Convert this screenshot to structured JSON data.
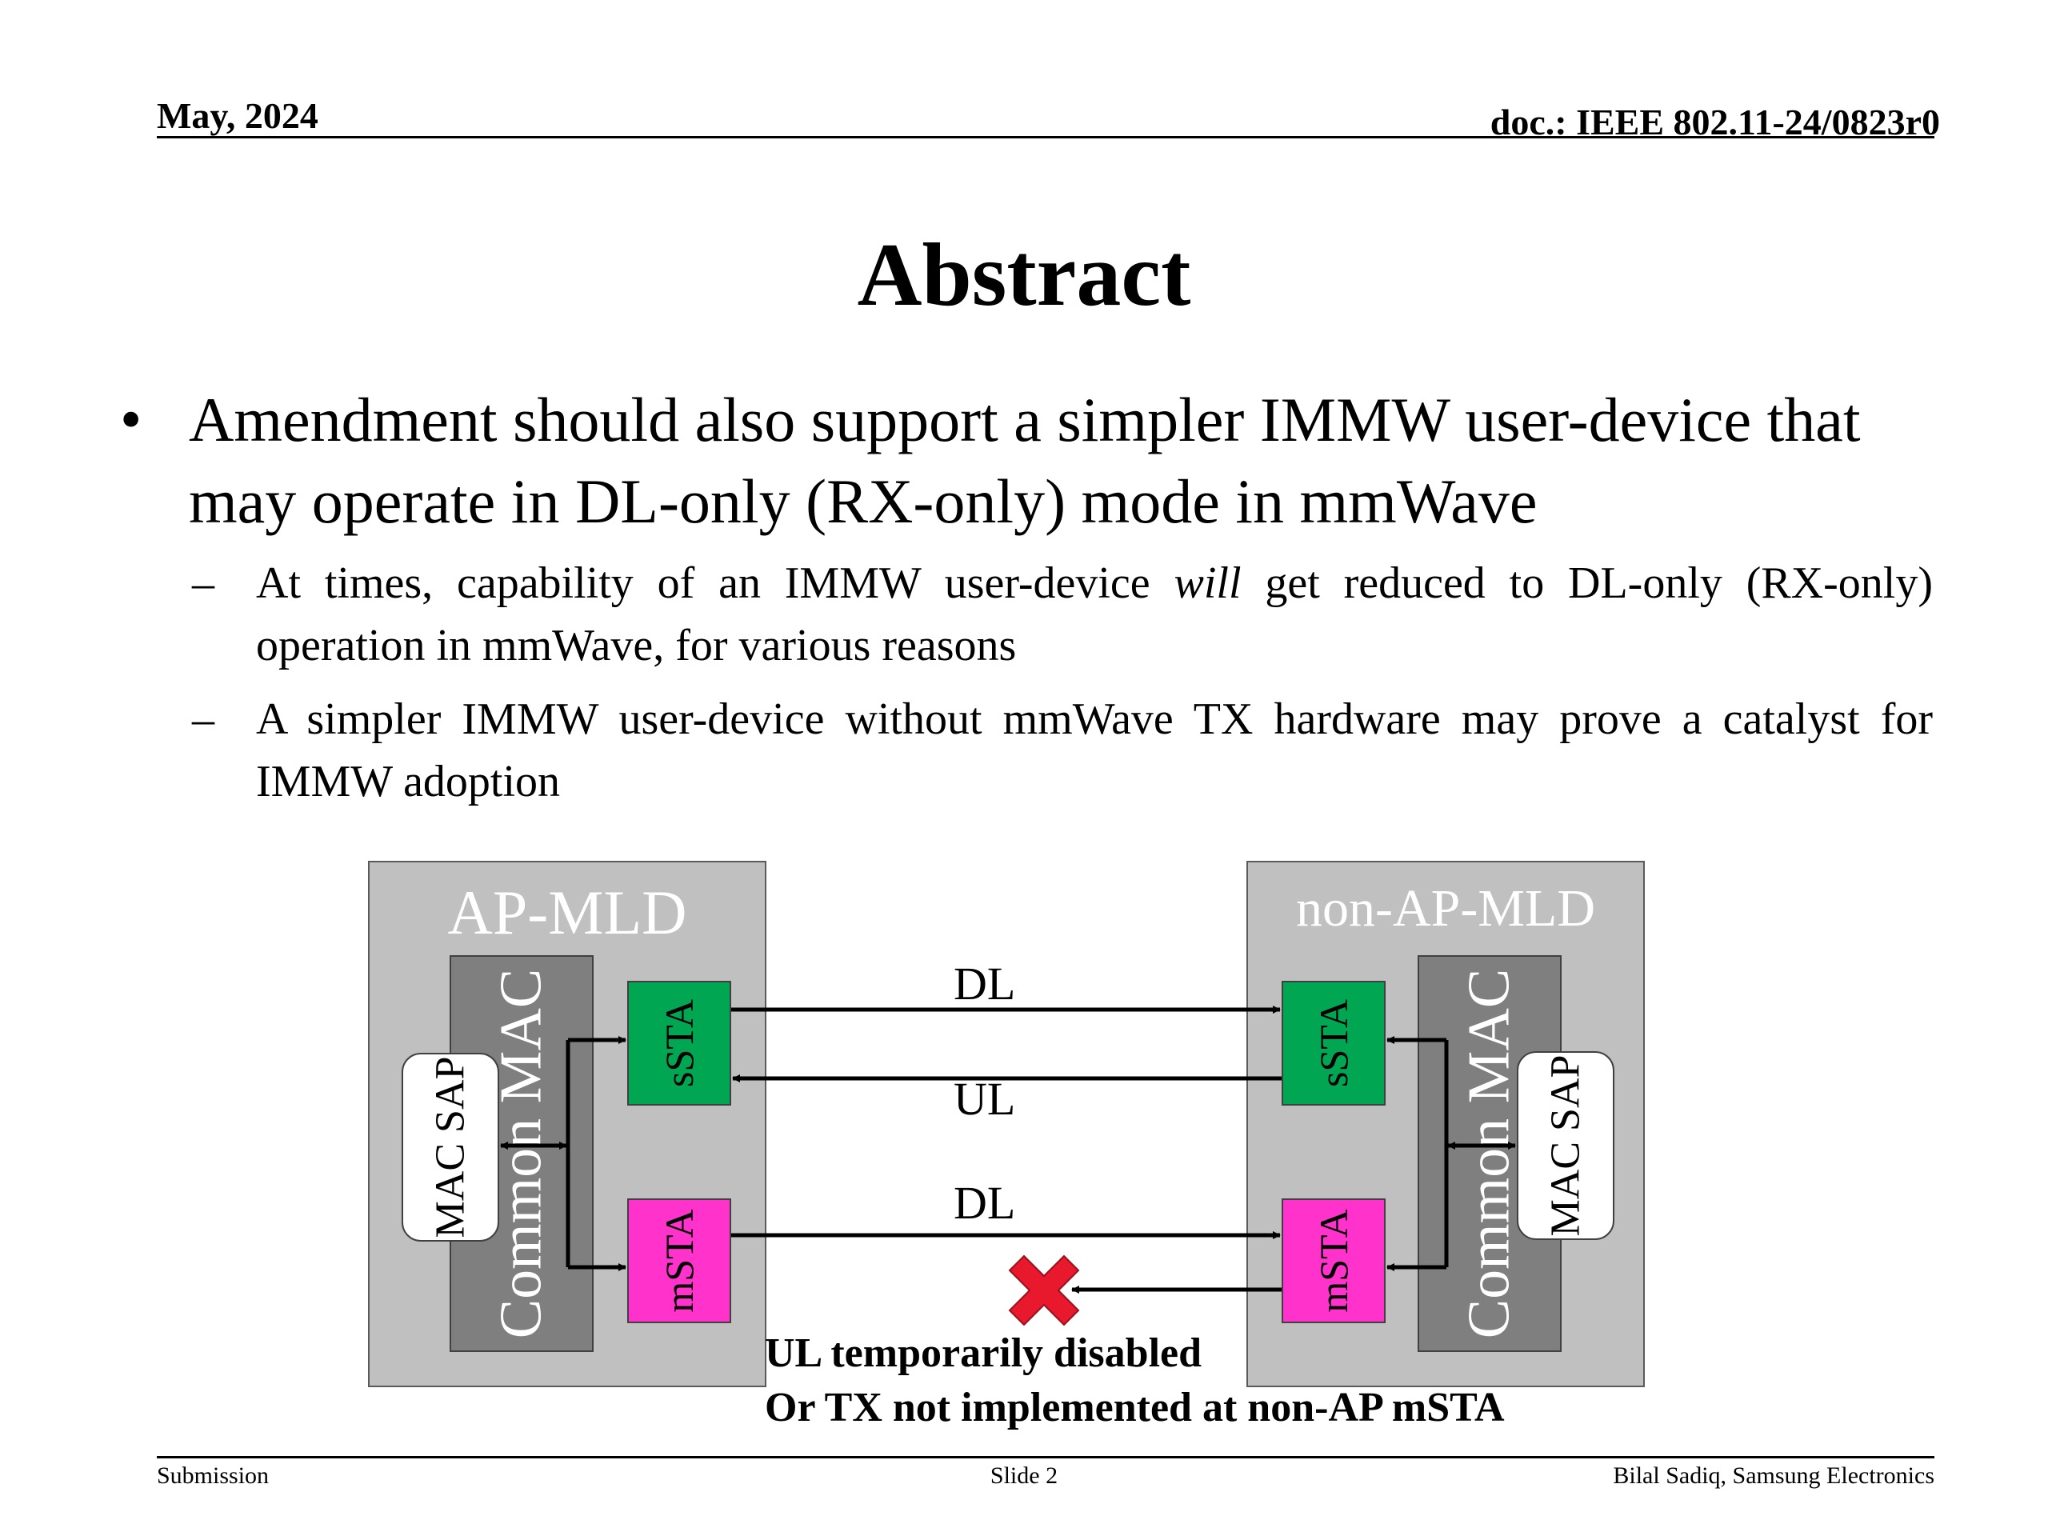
{
  "header": {
    "date": "May, 2024",
    "doc": "doc.: IEEE 802.11-24/0823r0"
  },
  "title": "Abstract",
  "bullets": {
    "main": "Amendment should also support a simpler IMMW user-device that may operate in DL-only (RX-only) mode in mmWave",
    "sub1_before": "At times, capability of an IMMW user-device ",
    "sub1_em": "will",
    "sub1_after": " get reduced to DL-only (RX-only) operation in mmWave, for various reasons",
    "sub2": "A simpler IMMW user-device without mmWave TX hardware may prove a catalyst for IMMW adoption",
    "dot": "•",
    "dash": "–"
  },
  "diagram": {
    "ap_title": "AP-MLD",
    "nonap_title": "non-AP-MLD",
    "common_mac": "Common MAC",
    "mac_sap": "MAC SAP",
    "ssta": "sSTA",
    "msta": "mSTA",
    "dl1": "DL",
    "ul": "UL",
    "dl2": "DL",
    "note_line1": "UL temporarily disabled",
    "note_line2": "Or TX not implemented at non-AP mSTA",
    "colors": {
      "box": "#c0c0c0",
      "common_mac": "#7f7f7f",
      "ssta": "#00a651",
      "msta": "#ff33cc",
      "cross": "#e8192c"
    }
  },
  "footer": {
    "left": "Submission",
    "center": "Slide 2",
    "right": "Bilal Sadiq, Samsung Electronics"
  }
}
